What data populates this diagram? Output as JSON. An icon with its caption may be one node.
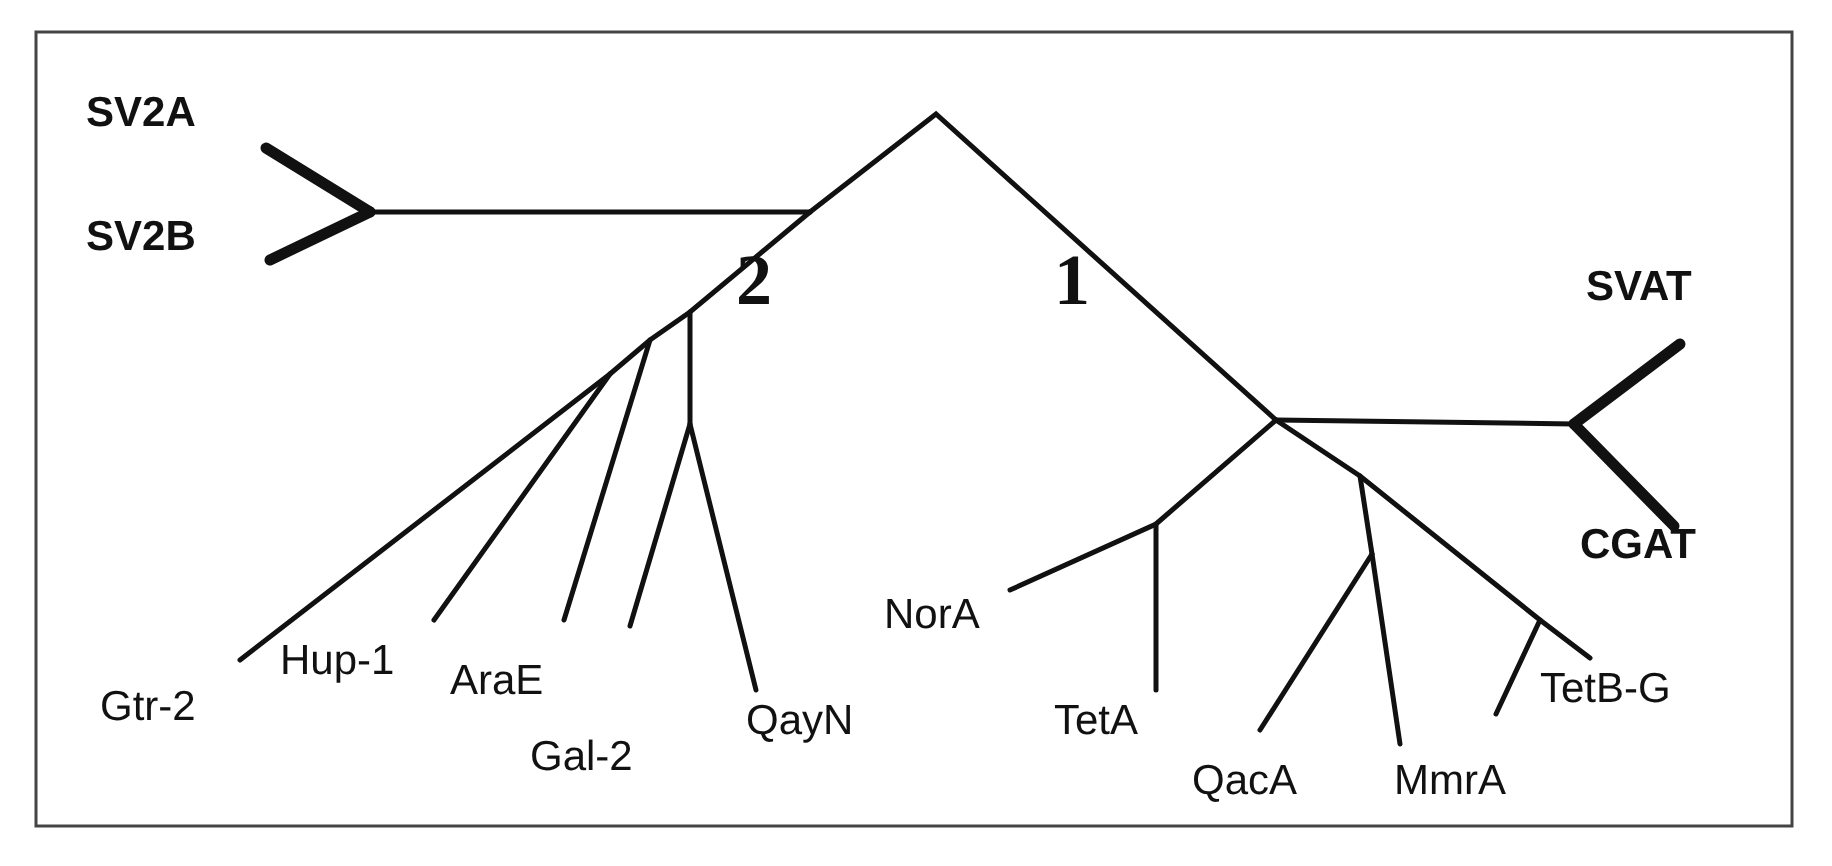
{
  "diagram": {
    "labels": [
      "SV2A",
      "SV2B",
      "2",
      "1",
      "SVAT",
      "CGAT",
      "NorA",
      "Gtr-2",
      "Hup-1",
      "AraE",
      "TetA",
      "QayN",
      "TetB-G",
      "Gal-2",
      "QacA",
      "MmrA"
    ]
  }
}
